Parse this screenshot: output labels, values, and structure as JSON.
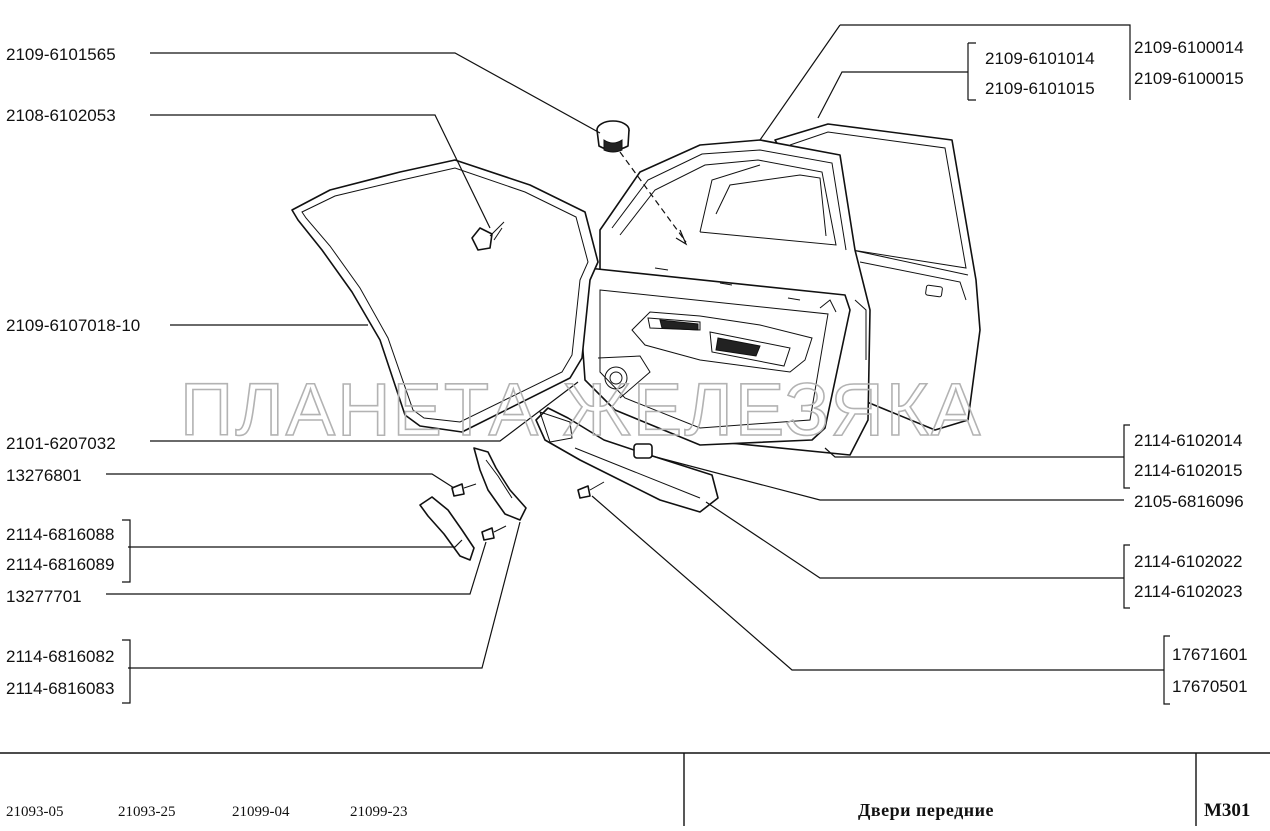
{
  "watermark": "ПЛАНЕТА ЖЕЛЕЗЯКА",
  "labels_left": [
    {
      "id": "l1",
      "text": "2109-6101565"
    },
    {
      "id": "l2",
      "text": "2108-6102053"
    },
    {
      "id": "l3",
      "text": "2109-6107018-10"
    },
    {
      "id": "l4",
      "text": "2101-6207032"
    },
    {
      "id": "l5",
      "text": "13276801"
    },
    {
      "id": "l6a",
      "text": "2114-6816088"
    },
    {
      "id": "l6b",
      "text": "2114-6816089"
    },
    {
      "id": "l7",
      "text": "13277701"
    },
    {
      "id": "l8a",
      "text": "2114-6816082"
    },
    {
      "id": "l8b",
      "text": "2114-6816083"
    }
  ],
  "labels_right": [
    {
      "id": "r1a",
      "text": "2109-6101014"
    },
    {
      "id": "r1b",
      "text": "2109-6101015"
    },
    {
      "id": "r2a",
      "text": "2109-6100014"
    },
    {
      "id": "r2b",
      "text": "2109-6100015"
    },
    {
      "id": "r3a",
      "text": "2114-6102014"
    },
    {
      "id": "r3b",
      "text": "2114-6102015"
    },
    {
      "id": "r4",
      "text": "2105-6816096"
    },
    {
      "id": "r5a",
      "text": "2114-6102022"
    },
    {
      "id": "r5b",
      "text": "2114-6102023"
    },
    {
      "id": "r6a",
      "text": "17671601"
    },
    {
      "id": "r6b",
      "text": "17670501"
    }
  ],
  "footer": {
    "models": [
      "21093-05",
      "21093-25",
      "21099-04",
      "21099-23"
    ],
    "title": "Двери передние",
    "code": "M301"
  }
}
